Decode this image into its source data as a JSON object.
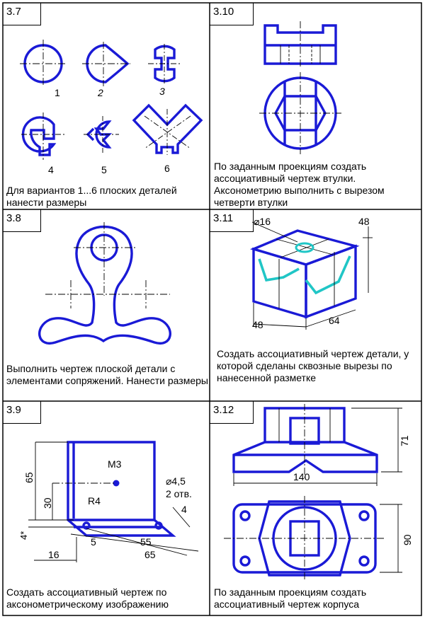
{
  "panels": {
    "p37": {
      "number": "3.7",
      "caption": "Для вариантов 1...6 плоских деталей нанести размеры",
      "labels": [
        "1",
        "2",
        "3",
        "4",
        "5",
        "6"
      ]
    },
    "p310": {
      "number": "3.10",
      "caption": "По заданным проекциям создать ассоциативный чертеж втулки. Аксонометрию выполнить с вырезом четверти втулки"
    },
    "p38": {
      "number": "3.8",
      "caption": "Выполнить чертеж плоской детали с элементами сопряжений. Нанести размеры"
    },
    "p311": {
      "number": "3.11",
      "caption": "Создать ассоциативный чертеж детали,  у которой сделаны сквозные вырезы по нанесенной разметке",
      "dims": {
        "d16": "⌀16",
        "h48": "48",
        "w48": "48",
        "l64": "64"
      }
    },
    "p39": {
      "number": "3.9",
      "caption": "Создать ассоциативный чертеж по аксонометрическому изображению",
      "dims": {
        "thread": "M3",
        "d65": "65",
        "d30": "30",
        "r4": "R4",
        "hole": "⌀4,5",
        "holes": "2 отв.",
        "t4": "4",
        "s4": "4*",
        "w5": "5",
        "w55": "55",
        "w65": "65",
        "w16": "16"
      }
    },
    "p312": {
      "number": "3.12",
      "caption": "По заданным проекциям создать ассоциативный чертеж корпуса",
      "dims": {
        "h71": "71",
        "w140": "140",
        "d90": "90"
      }
    }
  }
}
